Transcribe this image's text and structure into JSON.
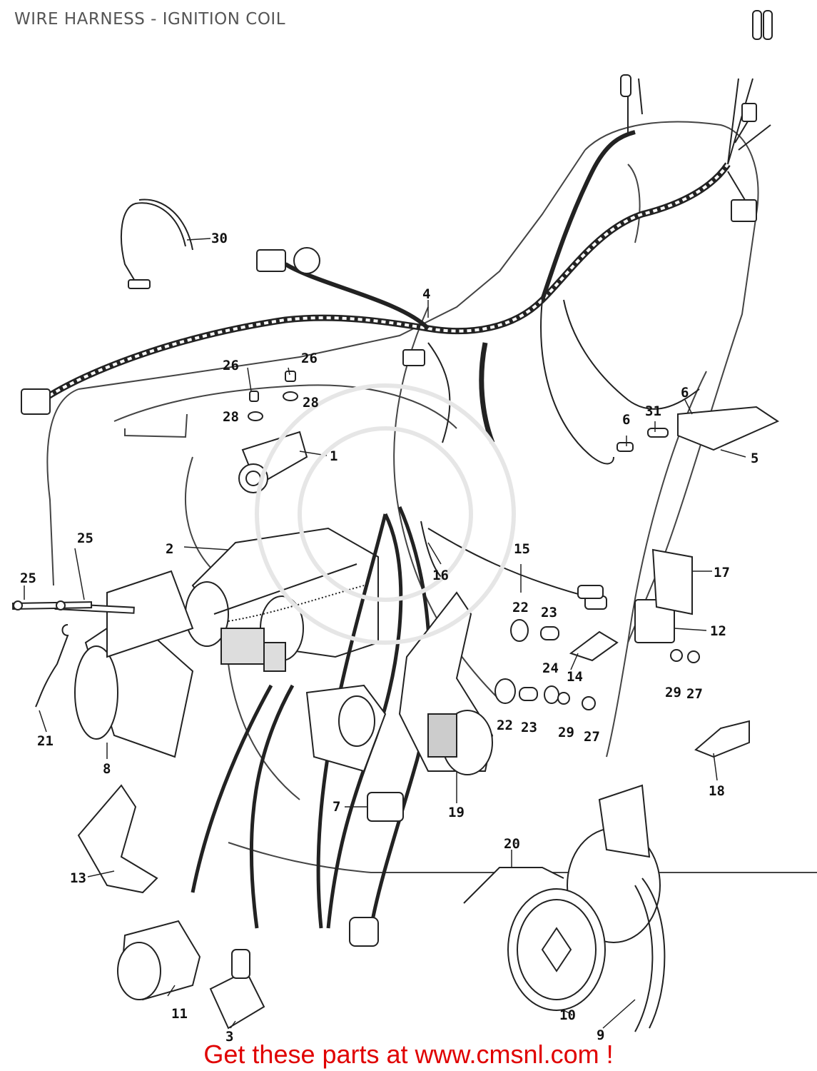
{
  "title": "WIRE HARNESS - IGNITION COIL",
  "footer": "Get these parts at www.cmsnl.com !",
  "callouts": [
    {
      "id": "c1",
      "label": "1"
    },
    {
      "id": "c2",
      "label": "2"
    },
    {
      "id": "c3",
      "label": "3"
    },
    {
      "id": "c4",
      "label": "4"
    },
    {
      "id": "c5",
      "label": "5"
    },
    {
      "id": "c6a",
      "label": "6"
    },
    {
      "id": "c6b",
      "label": "6"
    },
    {
      "id": "c7",
      "label": "7"
    },
    {
      "id": "c8",
      "label": "8"
    },
    {
      "id": "c9",
      "label": "9"
    },
    {
      "id": "c10",
      "label": "10"
    },
    {
      "id": "c11",
      "label": "11"
    },
    {
      "id": "c12",
      "label": "12"
    },
    {
      "id": "c13",
      "label": "13"
    },
    {
      "id": "c14",
      "label": "14"
    },
    {
      "id": "c15",
      "label": "15"
    },
    {
      "id": "c16",
      "label": "16"
    },
    {
      "id": "c17",
      "label": "17"
    },
    {
      "id": "c18",
      "label": "18"
    },
    {
      "id": "c19",
      "label": "19"
    },
    {
      "id": "c20",
      "label": "20"
    },
    {
      "id": "c21",
      "label": "21"
    },
    {
      "id": "c22a",
      "label": "22"
    },
    {
      "id": "c22b",
      "label": "22"
    },
    {
      "id": "c23a",
      "label": "23"
    },
    {
      "id": "c23b",
      "label": "23"
    },
    {
      "id": "c24",
      "label": "24"
    },
    {
      "id": "c25a",
      "label": "25"
    },
    {
      "id": "c25b",
      "label": "25"
    },
    {
      "id": "c26a",
      "label": "26"
    },
    {
      "id": "c26b",
      "label": "26"
    },
    {
      "id": "c27a",
      "label": "27"
    },
    {
      "id": "c27b",
      "label": "27"
    },
    {
      "id": "c28a",
      "label": "28"
    },
    {
      "id": "c28b",
      "label": "28"
    },
    {
      "id": "c29a",
      "label": "29"
    },
    {
      "id": "c29b",
      "label": "29"
    },
    {
      "id": "c30",
      "label": "30"
    },
    {
      "id": "c31",
      "label": "31"
    }
  ]
}
